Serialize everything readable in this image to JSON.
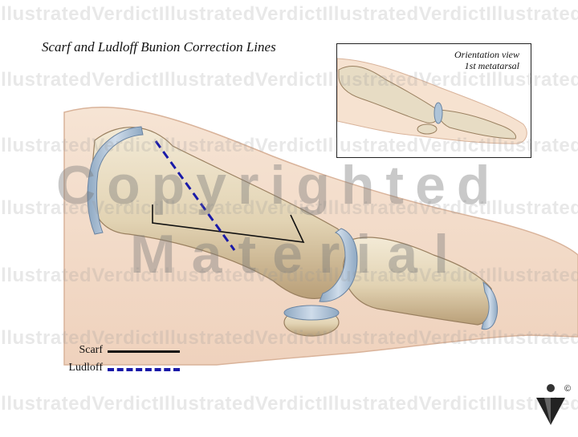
{
  "title": "Scarf and Ludloff Bunion Correction Lines",
  "inset": {
    "line1": "Orientation view",
    "line2": "1st metatarsal"
  },
  "legend": [
    {
      "label": "Scarf",
      "style": "solid",
      "color": "#111111"
    },
    {
      "label": "Ludloff",
      "style": "dashed",
      "color": "#1a1aa8"
    }
  ],
  "watermark": {
    "text": "IllustratedVerdict",
    "big1": "Copyrighted",
    "big2": "Material"
  },
  "logo": {
    "symbol": "©"
  },
  "colors": {
    "bone": "#e7dcc4",
    "bone_shadow": "#b59c74",
    "cartilage": "#aec4d8",
    "skin": "#f0d8c4",
    "scarf_line": "#111111",
    "ludloff_line": "#1a1aa8"
  }
}
